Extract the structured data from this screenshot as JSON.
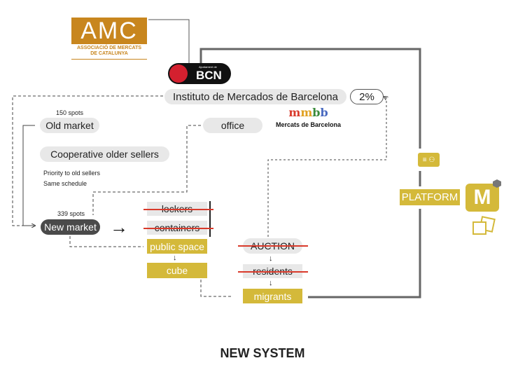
{
  "colors": {
    "accent": "#d4b93a",
    "amc_orange": "#c8861e",
    "bcn_red": "#d4202f",
    "strike": "#d93a2b",
    "dark_pill": "#4a4a4a"
  },
  "logos": {
    "amc": {
      "mark": "AMC",
      "subtitle_line1": "ASSOCIACIÓ DE MERCATS",
      "subtitle_line2": "DE CATALUNYA"
    },
    "bcn": {
      "small": "Ajuntament de",
      "name": "BCN"
    },
    "mercats": {
      "mark": "mmbb",
      "name": "Mercats de Barcelona"
    }
  },
  "nodes": {
    "instituto": "Instituto de Mercados de Barcelona",
    "percent": "2%",
    "old_market_spots": "150 spots",
    "old_market": "Old market",
    "office": "office",
    "cooperative": "Cooperative older sellers",
    "notes": [
      "Priority to old sellers",
      "Same schedule"
    ],
    "new_market_spots": "339 spots",
    "new_market": "New market",
    "arrow": "→",
    "lockers": "lockers",
    "containers": "containers",
    "public_space": "public space",
    "cube": "cube",
    "auction": "AUCTION",
    "residents": "residents",
    "migrants": "migrants",
    "platform": "PLATFORM",
    "m_app": "M"
  },
  "icons": {
    "profile_card": "id-card-icon",
    "photos": "photos-icon",
    "cube_badge": "cube-icon",
    "down_arrow": "↓"
  },
  "title": "NEW SYSTEM"
}
